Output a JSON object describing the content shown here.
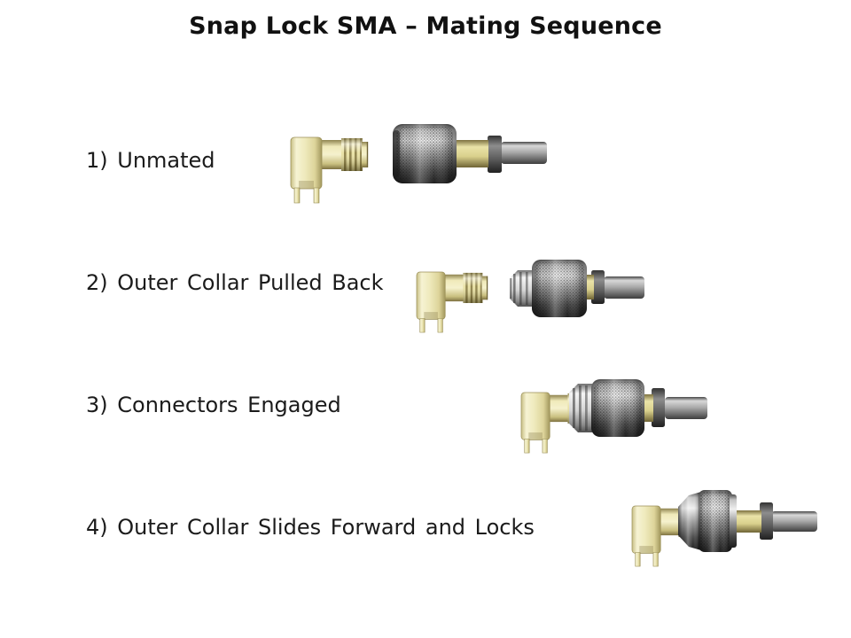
{
  "slide": {
    "title": "Snap Lock SMA – Mating Sequence",
    "background_color": "#ffffff",
    "text_color": "#1b1b1b",
    "steps": [
      {
        "id": 1,
        "label": "1) Unmated",
        "illustration": "right-angle-sma-jack-and-plug-separated"
      },
      {
        "id": 2,
        "label": "2) Outer Collar Pulled Back",
        "illustration": "plug-with-collar-retracted-near-jack"
      },
      {
        "id": 3,
        "label": "3) Connectors Engaged",
        "illustration": "jack-and-plug-engaged-collar-back"
      },
      {
        "id": 4,
        "label": "4) Outer Collar Slides Forward and Locks",
        "illustration": "mated-pair-collar-forward-locked"
      }
    ],
    "colors": {
      "brass_light": "#f2eecb",
      "brass_mid": "#e9e4ae",
      "brass_dark": "#8d8147",
      "metal_highlight": "#efefef",
      "metal_dark": "#1e1e1e",
      "cable_gray": "#a9a9a9"
    }
  }
}
